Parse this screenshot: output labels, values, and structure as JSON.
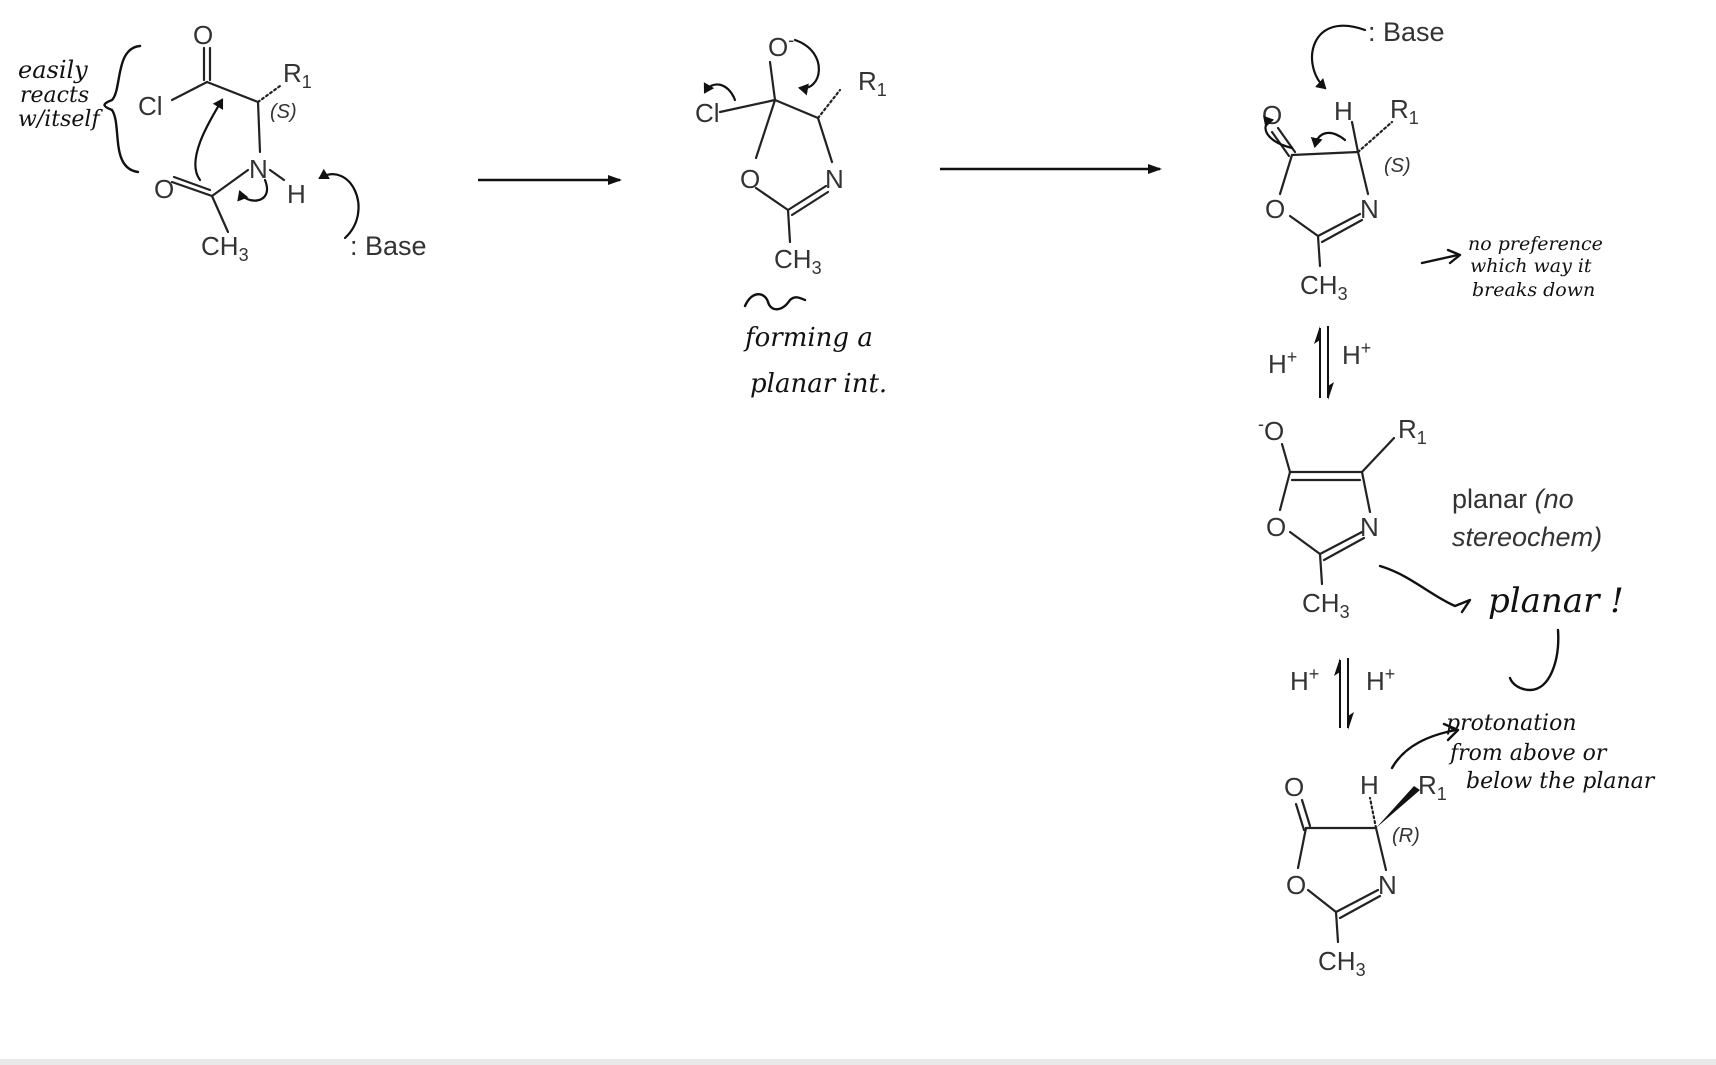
{
  "structure_1": {
    "O": "O",
    "Cl": "Cl",
    "R": "R",
    "R_sub": "1",
    "stereo": "(S)",
    "N": "N",
    "H": "H",
    "O2": "O",
    "CH": "CH",
    "CH_sub": "3",
    "base": ": Base"
  },
  "annotation_1": [
    "easily",
    "reacts",
    "w/itself"
  ],
  "structure_2": {
    "O_minus": "O",
    "minus": "-",
    "Cl": "Cl",
    "R": "R",
    "R_sub": "1",
    "O": "O",
    "N": "N",
    "CH": "CH",
    "CH_sub": "3"
  },
  "annotation_2": [
    "forming a",
    "planar int."
  ],
  "structure_3": {
    "base": ": Base",
    "O": "O",
    "H": "H",
    "R": "R",
    "R_sub": "1",
    "stereo": "(S)",
    "O_ring": "O",
    "N": "N",
    "CH": "CH",
    "CH_sub": "3"
  },
  "annotation_3": [
    "no preference",
    "which way it",
    "breaks down"
  ],
  "equilibrium_1": {
    "left": "H",
    "left_sup": "+",
    "right": "H",
    "right_sup": "+"
  },
  "structure_4": {
    "minus": "-",
    "O": "O",
    "R": "R",
    "R_sub": "1",
    "O_ring": "O",
    "N": "N",
    "CH": "CH",
    "CH_sub": "3",
    "label_line1_plain": "planar",
    "label_line1_italic": "(no",
    "label_line2_italic": "stereochem)"
  },
  "annotation_4": "planar !",
  "equilibrium_2": {
    "left": "H",
    "left_sup": "+",
    "right": "H",
    "right_sup": "+"
  },
  "annotation_5": [
    "protonation",
    "from above or",
    "below the planar"
  ],
  "structure_5": {
    "O": "O",
    "H": "H",
    "R": "R",
    "R_sub": "1",
    "stereo": "(R)",
    "O_ring": "O",
    "N": "N",
    "CH": "CH",
    "CH_sub": "3"
  }
}
